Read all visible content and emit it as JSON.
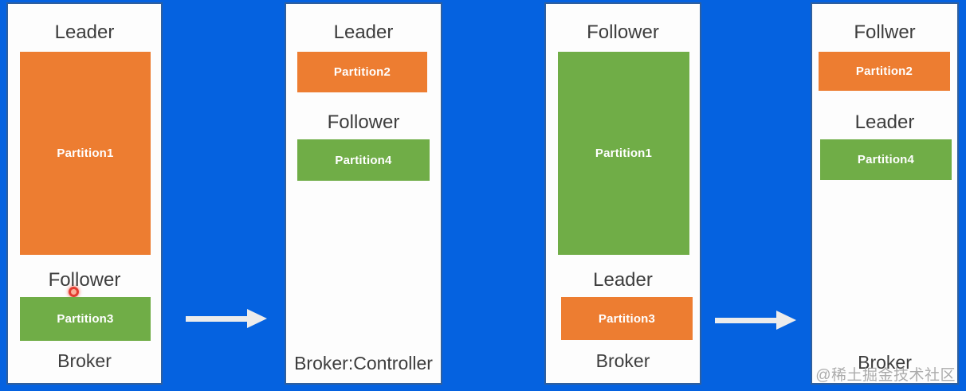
{
  "diagram": {
    "topic": "Kafka broker partition leader/follower layout before and after controller election",
    "colors": {
      "background_blue": "#0562e0",
      "panel_border": "#2e5f9f",
      "panel_background": "#fdfdfd",
      "leader_partition_orange": "#ed7d31",
      "follower_partition_green": "#70ad47",
      "role_text": "#3d3d3d",
      "arrow": "#ececec",
      "pointer_dot_red": "#e23b30",
      "watermark_gray": "#9e9e9e"
    }
  },
  "panels": [
    {
      "role_top": "Leader",
      "partition_top": "Partition1",
      "role_mid": "Follower",
      "partition_bottom": "Partition3",
      "broker": "Broker"
    },
    {
      "role_top": "Leader",
      "partition_top": "Partition2",
      "role_mid": "Follower",
      "partition_bottom": "Partition4",
      "broker": "Broker:Controller"
    },
    {
      "role_top": "Follower",
      "partition_top": "Partition1",
      "role_mid": "Leader",
      "partition_bottom": "Partition3",
      "broker": "Broker"
    },
    {
      "role_top": "Follwer",
      "partition_top": "Partition2",
      "role_mid": "Leader",
      "partition_bottom": "Partition4",
      "broker": "Broker"
    }
  ],
  "icons": {
    "arrow": "right-arrow-icon",
    "pointer_dot": "red-pointer-dot-icon"
  },
  "watermark": "@稀土掘金技术社区"
}
